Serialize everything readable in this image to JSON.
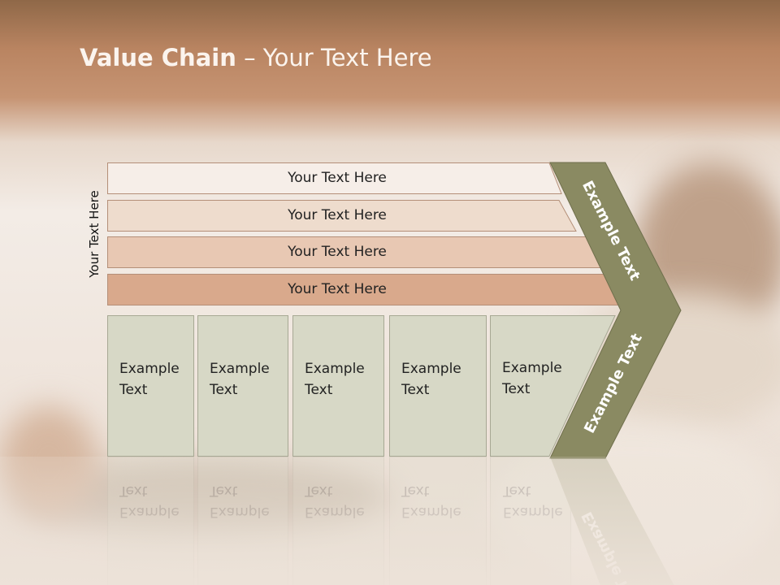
{
  "slide": {
    "title_bold": "Value Chain",
    "title_rest": " – Your Text Here",
    "side_label": "Your Text Here",
    "bars": [
      {
        "label": "Your Text Here",
        "color": "#f6eee8"
      },
      {
        "label": "Your Text Here",
        "color": "#eedccd"
      },
      {
        "label": "Your Text Here",
        "color": "#e8c8b3"
      },
      {
        "label": "Your Text Here",
        "color": "#d9a98c"
      }
    ],
    "chevron_top_label": "Example Text",
    "chevron_bottom_label": "Example Text",
    "chevron_color": "#8a8a62",
    "boxes": [
      {
        "label": "Example Text"
      },
      {
        "label": "Example Text"
      },
      {
        "label": "Example Text"
      },
      {
        "label": "Example Text"
      },
      {
        "label": "Example Text"
      }
    ]
  }
}
